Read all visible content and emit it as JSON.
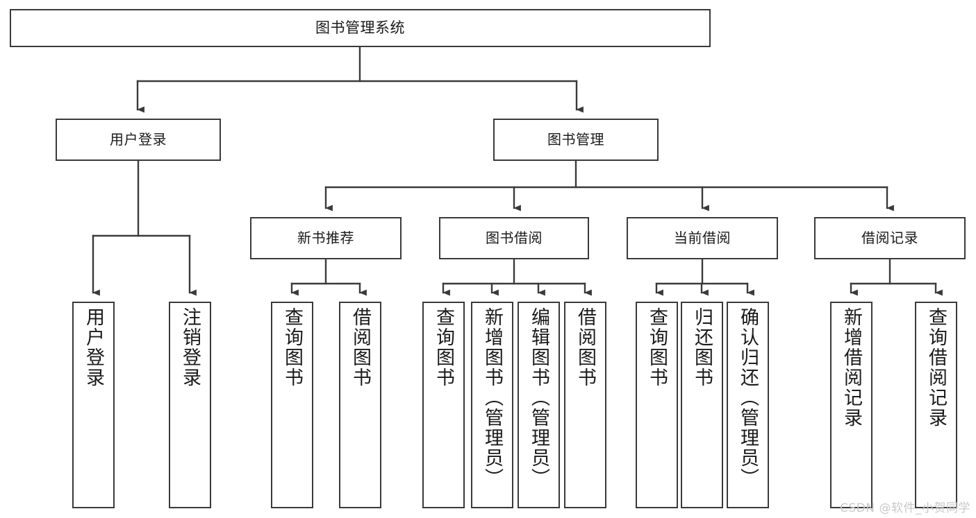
{
  "diagram": {
    "title": "图书管理系统",
    "type": "functional-structure-tree",
    "stroke_color": "#3a3a3a",
    "fill_color": "#ffffff",
    "background": "#ffffff",
    "watermark": "CSDN @软件_小贺同学"
  },
  "root": {
    "label": "图书管理系统"
  },
  "tier1": [
    {
      "label": "用户登录"
    },
    {
      "label": "图书管理"
    }
  ],
  "tier2": [
    {
      "label": "新书推荐"
    },
    {
      "label": "图书借阅"
    },
    {
      "label": "当前借阅"
    },
    {
      "label": "借阅记录"
    }
  ],
  "leaves": {
    "user_login": [
      {
        "label": "用户登录"
      },
      {
        "label": "注销登录"
      }
    ],
    "new_book_recommend": [
      {
        "label": "查询图书"
      },
      {
        "label": "借阅图书"
      }
    ],
    "book_borrow": [
      {
        "label": "查询图书"
      },
      {
        "label": "新增图书（管理员）"
      },
      {
        "label": "编辑图书（管理员）"
      },
      {
        "label": "借阅图书"
      }
    ],
    "current_borrow": [
      {
        "label": "查询图书"
      },
      {
        "label": "归还图书"
      },
      {
        "label": "确认归还（管理员）"
      }
    ],
    "borrow_record": [
      {
        "label": "新增借阅记录"
      },
      {
        "label": "查询借阅记录"
      }
    ]
  }
}
